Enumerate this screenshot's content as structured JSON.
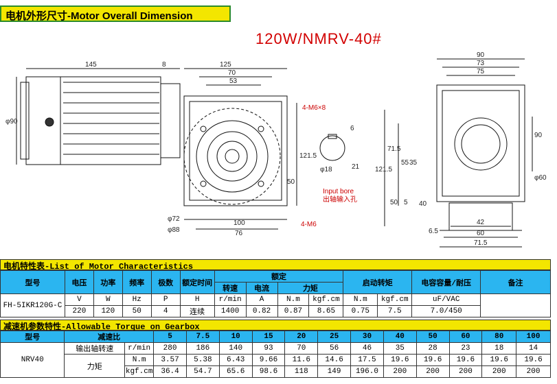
{
  "title": "电机外形尺寸-Motor Overall Dimension",
  "model": "120W/NMRV-40#",
  "dims": {
    "d145": "145",
    "d8": "8",
    "d125": "125",
    "d70": "70",
    "d53": "53",
    "phi90": "φ90",
    "m6x8": "4-M6×8",
    "d1215": "121.5",
    "d50": "50",
    "phi72": "φ72",
    "phi88": "φ88",
    "d100": "100",
    "d76": "76",
    "m6": "4-M6",
    "d6": "6",
    "d21": "21",
    "phi18": "φ18",
    "input_bore": "Input bore",
    "input_bore_cn": "出轴输入孔",
    "r90": "90",
    "r73": "73",
    "r75": "75",
    "r715": "71.5",
    "r55": "55",
    "r35": "35",
    "r1215": "121.5",
    "r50": "50",
    "r5": "5",
    "r40": "40",
    "r90v": "90",
    "rphi60": "φ60",
    "r42": "42",
    "r60": "60",
    "r715b": "71.5",
    "r65": "6.5"
  },
  "motor": {
    "section": "电机特性表-List of Motor Characteristics",
    "h_model": "型号",
    "h_volt": "电压",
    "h_power": "功率",
    "h_freq": "频率",
    "h_poles": "极数",
    "h_time": "额定时间",
    "h_rated": "额定",
    "h_speed": "转速",
    "h_current": "电流",
    "h_torque": "力矩",
    "h_start": "启动转矩",
    "h_cap": "电容容量/耐压",
    "h_note": "备注",
    "u_v": "V",
    "u_w": "W",
    "u_hz": "Hz",
    "u_p": "P",
    "u_h": "H",
    "u_rmin": "r/min",
    "u_a": "A",
    "u_nm": "N.m",
    "u_kgfcm": "kgf.cm",
    "u_nm2": "N.m",
    "u_kgfcm2": "kgf.cm",
    "u_uf": "uF/VAC",
    "name": "FH-5IKR120G-C",
    "v_volt": "220",
    "v_power": "120",
    "v_freq": "50",
    "v_poles": "4",
    "v_time": "连续",
    "v_speed": "1400",
    "v_current": "0.82",
    "v_nm": "0.87",
    "v_kgf": "8.65",
    "v_snm": "0.75",
    "v_skgf": "7.5",
    "v_cap": "7.0/450"
  },
  "gear": {
    "section": "减速机参数特性-Allowable Torque on Gearbox",
    "h_model": "型号",
    "h_ratio": "减速比",
    "ratios": [
      "5",
      "7.5",
      "10",
      "15",
      "20",
      "25",
      "30",
      "40",
      "50",
      "60",
      "80",
      "100"
    ],
    "name": "NRV40",
    "speed_label": "输出轴转速",
    "speed_unit": "r/min",
    "speeds": [
      "280",
      "186",
      "140",
      "93",
      "70",
      "56",
      "46",
      "35",
      "28",
      "23",
      "18",
      "14"
    ],
    "torque_label": "力矩",
    "nm_unit": "N.m",
    "kgf_unit": "kgf.cm",
    "nm": [
      "3.57",
      "5.38",
      "6.43",
      "9.66",
      "11.6",
      "14.6",
      "17.5",
      "19.6",
      "19.6",
      "19.6",
      "19.6",
      "19.6"
    ],
    "kgf": [
      "36.4",
      "54.7",
      "65.6",
      "98.6",
      "118",
      "149",
      "196.0",
      "200",
      "200",
      "200",
      "200",
      "200"
    ]
  }
}
